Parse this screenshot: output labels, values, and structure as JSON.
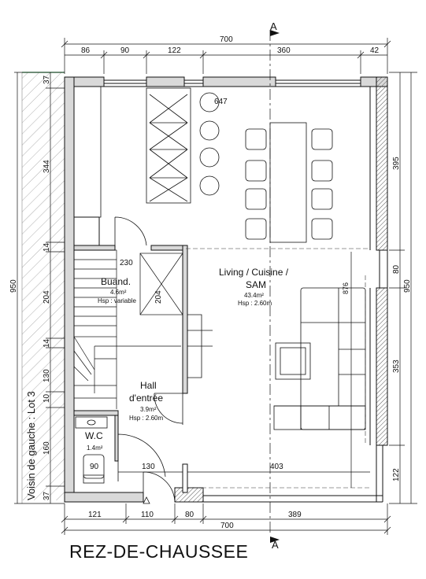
{
  "title": "REZ-DE-CHAUSSEE",
  "section_marker": "A",
  "neighbor_label": "Voisin de gauche : Lot 3",
  "dims_top": {
    "total": "700",
    "d1": "86",
    "d2": "90",
    "d3": "122",
    "d4": "360",
    "d5": "42"
  },
  "dims_bottom": {
    "total": "700",
    "d1": "121",
    "d2": "110",
    "d3": "80",
    "d4": "389"
  },
  "dims_left": {
    "total": "950",
    "d1": "37",
    "d2": "344",
    "d3": "14",
    "d4": "204",
    "d5": "14",
    "d6": "130",
    "d7": "10",
    "d8": "160",
    "d9": "37"
  },
  "dims_right": {
    "total": "950",
    "d1": "395",
    "d2": "80",
    "d3": "353",
    "d4": "122"
  },
  "interior_dims": {
    "counter": "647",
    "buand_w": "230",
    "buand_h": "204",
    "wc_w": "90",
    "hall_w": "130",
    "living_w": "403",
    "living_h": "876"
  },
  "rooms": {
    "living": {
      "name1": "Living / Cuisine /",
      "name2": "SAM",
      "area": "43.4m²",
      "height": "Hsp : 2.60m"
    },
    "buand": {
      "name": "Buand.",
      "area": "4.6m²",
      "height": "Hsp : variable"
    },
    "hall": {
      "name1": "Hall",
      "name2": "d'entrée",
      "area": "3.9m²",
      "height": "Hsp : 2.60m"
    },
    "wc": {
      "name": "W.C",
      "area": "1.4m²"
    }
  },
  "colors": {
    "line": "#111111",
    "wall_fill": "#d9d9d9",
    "hatch": "#8a8a8a",
    "neighbor_line": "#2ea04a"
  }
}
